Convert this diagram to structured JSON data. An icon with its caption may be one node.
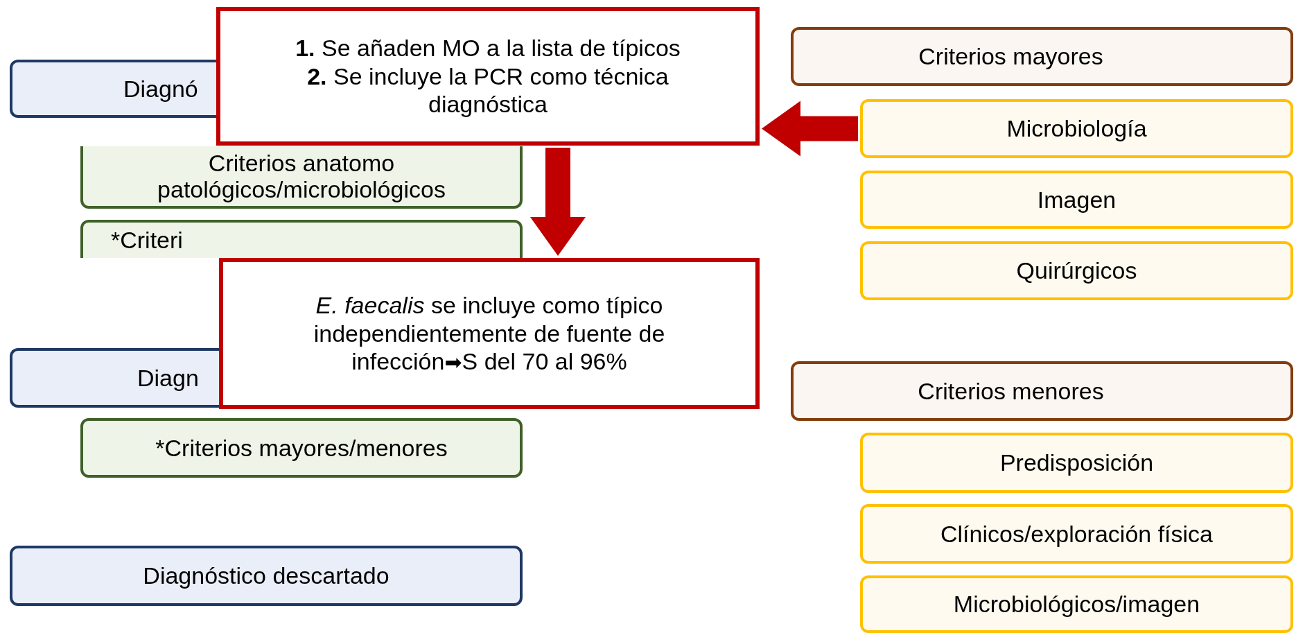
{
  "diagram": {
    "nodes": [
      {
        "text": [
          "Diagnó"
        ]
      },
      {
        "text": [
          "Criterios anatomo patológicos/microbiológicos"
        ]
      },
      {
        "text": [
          "*Criteri"
        ]
      },
      {
        "text": [
          "Diagn"
        ]
      },
      {
        "text": [
          "*Criterios mayores/menores"
        ]
      },
      {
        "text": [
          "Diagnóstico descartado"
        ]
      },
      {
        "text": [
          "**1.** Se añaden MO a la lista de típicos",
          "**2.** Se incluye la PCR como técnica diagnóstica"
        ]
      },
      {
        "text": [
          "*E. faecalis* se incluye como típico independientemente de fuente de infección➡S del 70 al 96%"
        ]
      },
      {
        "text": [
          "Criterios mayores"
        ]
      },
      {
        "text": [
          "Microbiología"
        ]
      },
      {
        "text": [
          "Imagen"
        ]
      },
      {
        "text": [
          "Quirúrgicos"
        ]
      },
      {
        "text": [
          "Criterios menores"
        ]
      },
      {
        "text": [
          "Predisposición"
        ]
      },
      {
        "text": [
          "Clínicos/exploración física"
        ]
      },
      {
        "text": [
          "Microbiológicos/imagen"
        ]
      }
    ],
    "edges": [
      {
        "from": 9,
        "to": 6,
        "arrow": "to"
      },
      {
        "from": 6,
        "to": 7,
        "arrow": "to"
      }
    ]
  }
}
